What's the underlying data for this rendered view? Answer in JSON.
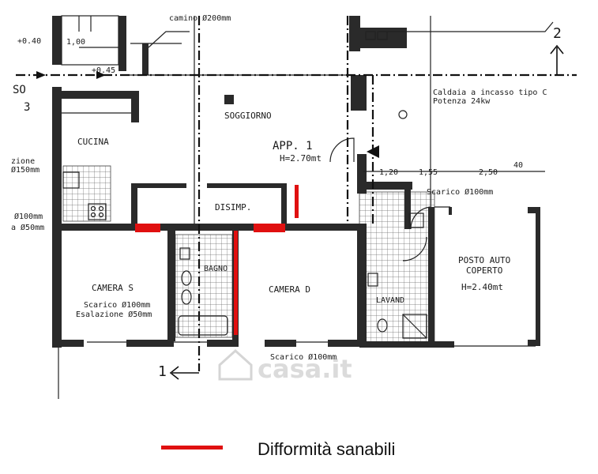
{
  "labels": {
    "cucina": "CUCINA",
    "soggiorno": "SOGGIORNO",
    "app_name": "APP. 1",
    "app_height": "H=2.70mt",
    "disimp": "DISIMP.",
    "camera_s": "CAMERA S",
    "bagno": "BAGNO",
    "camera_d": "CAMERA D",
    "lavand": "LAVAND",
    "posto_auto_1": "POSTO AUTO",
    "posto_auto_2": "COPERTO",
    "posto_height": "H=2.40mt",
    "scarico_cam_s": "Scarico Ø100mm",
    "esalazione_cam_s": "Esalazione Ø50mm",
    "scarico_bottom": "Scarico Ø100mm",
    "scarico_right": "Scarico Ø100mm",
    "caldaia_1": "Caldaia a incasso tipo C",
    "caldaia_2": "Potenza 24kw",
    "camino": "camino Ø200mm",
    "dim_120": "1,20",
    "dim_155": "1,55",
    "dim_250": "2,50",
    "dim_40": "40",
    "level_040": "+0.40",
    "level_045": "+0.45",
    "level_100": "1,00",
    "section_1": "1",
    "section_2": "2",
    "so": "SO",
    "so_3": "3",
    "left_zione": "zione",
    "left_150": "Ø150mm",
    "left_100": "Ø100mm",
    "left_50": "a Ø50mm",
    "watermark": "casa.it"
  },
  "legend": {
    "label": "Difformità sanabili",
    "color": "#e01010"
  }
}
